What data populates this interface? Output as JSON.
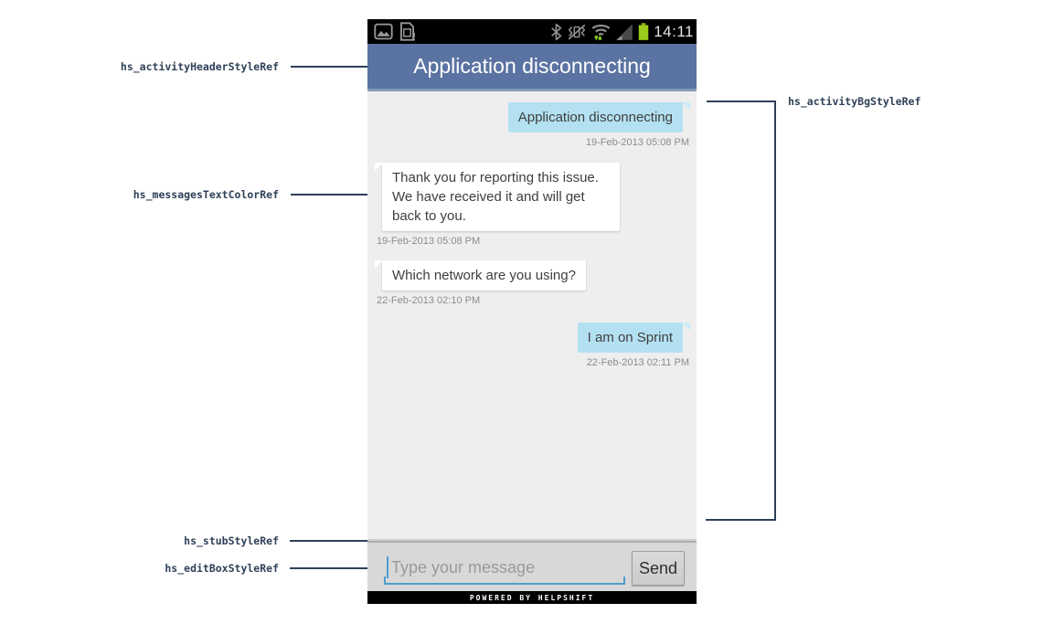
{
  "annotations": {
    "color": "#2e4057",
    "left": [
      {
        "label": "hs_activityHeaderStyleRef"
      },
      {
        "label": "hs_messagesTextColorRef"
      },
      {
        "label": "hs_stubStyleRef"
      },
      {
        "label": "hs_editBoxStyleRef"
      }
    ],
    "right": {
      "label": "hs_activityBgStyleRef"
    }
  },
  "phone": {
    "status_bar": {
      "time": "14:11",
      "icons": [
        "gallery-icon",
        "sim-alert-icon",
        "bluetooth-icon",
        "vibrate-off-icon",
        "wifi-icon",
        "signal-icon",
        "battery-icon"
      ]
    },
    "header": {
      "title": "Application disconnecting"
    },
    "messages": [
      {
        "side": "user",
        "text": "Application disconnecting",
        "timestamp": "19-Feb-2013 05:08 PM"
      },
      {
        "side": "admin",
        "text": "Thank you for reporting this issue. We have received it and will get back to you.",
        "timestamp": "19-Feb-2013 05:08 PM"
      },
      {
        "side": "admin",
        "text": "Which network are you using?",
        "timestamp": "22-Feb-2013 02:10 PM"
      },
      {
        "side": "user",
        "text": "I am on Sprint",
        "timestamp": "22-Feb-2013 02:11 PM"
      }
    ],
    "compose": {
      "placeholder": "Type your message",
      "send_label": "Send"
    },
    "footer": {
      "text": "POWERED BY HELPSHIFT"
    },
    "colors": {
      "header_bg": "#5a73a2",
      "header_highlight": "#8398bc",
      "chat_bg": "#eeeeee",
      "user_bubble": "#b4e1f2",
      "admin_bubble": "#ffffff",
      "message_text": "#3e3e3e",
      "timestamp_text": "#8c8c8c",
      "edit_underline": "#4f9ecf",
      "battery_green": "#9ccc1c"
    }
  }
}
